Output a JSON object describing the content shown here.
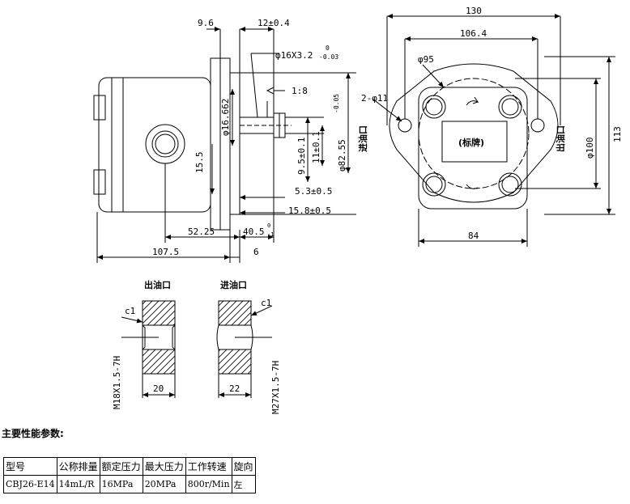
{
  "side_view": {
    "dims": {
      "d_9_6": "9.6",
      "d_12": "12±0.4",
      "d_shaft": "φ16X3.2",
      "d_shaft_tol_upper": "0",
      "d_shaft_tol_lower": "-0.03",
      "d_taper": "1:8",
      "d_16662": "φ16.662",
      "d_8255": "φ82.55",
      "d_8255_tol": "-0.05",
      "d_95": "9.5±0.1",
      "d_11": "11±0.1",
      "d_155": "15.5",
      "d_53": "5.3±0.5",
      "d_158": "15.8±0.5",
      "d_5225": "52.25",
      "d_405": "40.5",
      "d_405_tol_upper": "0",
      "d_405_tol_lower": "-1",
      "d_1075": "107.5",
      "d_6": "6"
    }
  },
  "front_view": {
    "dims": {
      "d_130": "130",
      "d_1064": "106.4",
      "d_phi95": "φ95",
      "d_holes": "2-φ11",
      "d_phi100": "φ100",
      "d_113": "113",
      "d_84": "84"
    },
    "labels": {
      "inlet": "进油口",
      "outlet": "出油口",
      "nameplate": "(标牌)"
    }
  },
  "port_details": {
    "outlet_title": "出油口",
    "inlet_title": "进油口",
    "outlet_chamfer": "c1",
    "inlet_chamfer": "c1",
    "outlet_thread": "M18X1.5-7H",
    "inlet_thread": "M27X1.5-7H",
    "outlet_depth": "20",
    "inlet_depth": "22"
  },
  "params": {
    "title": "主要性能参数:",
    "headers": [
      "型号",
      "公称排量",
      "额定压力",
      "最大压力",
      "工作转速",
      "旋向"
    ],
    "row": [
      "CBJ26-E14",
      "14mL/R",
      "16MPa",
      "20MPa",
      "800r/Min",
      "左"
    ]
  }
}
